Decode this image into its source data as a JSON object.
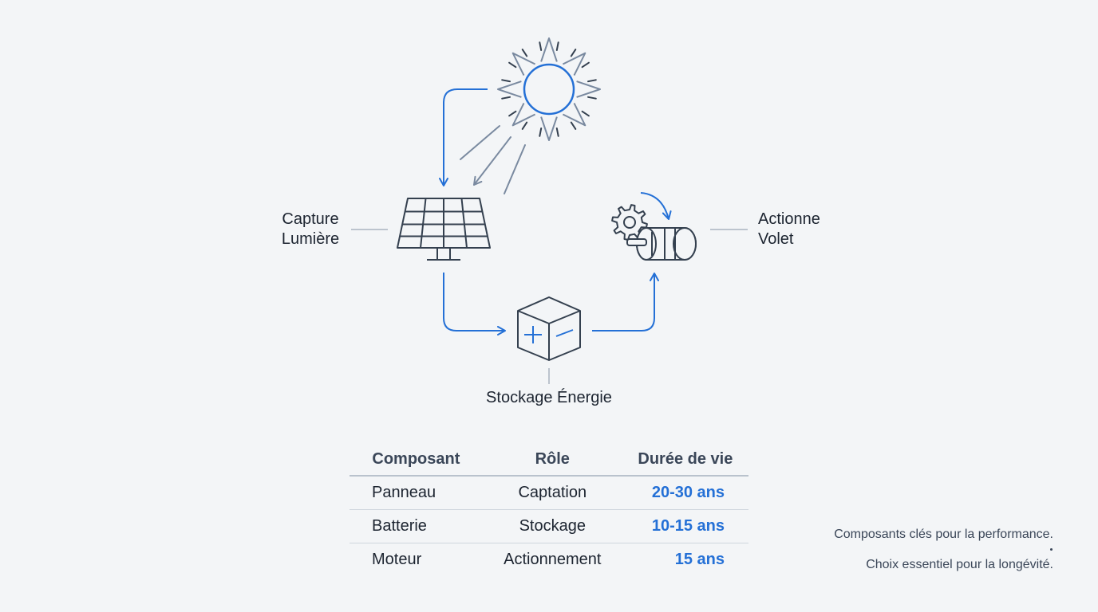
{
  "labels": {
    "capture": {
      "line1": "Capture",
      "line2": "Lumière"
    },
    "actuate": {
      "line1": "Actionne",
      "line2": "Volet"
    },
    "storage": "Stockage Énergie"
  },
  "table": {
    "headers": [
      "Composant",
      "Rôle",
      "Durée de vie"
    ],
    "rows": [
      [
        "Panneau",
        "Captation",
        "20-30 ans"
      ],
      [
        "Batterie",
        "Stockage",
        "10-15 ans"
      ],
      [
        "Moteur",
        "Actionnement",
        "15 ans"
      ]
    ]
  },
  "notes": {
    "line1": "Composants clés pour la performance.",
    "line2": "Choix essentiel pour la longévité."
  },
  "colors": {
    "accent": "#2470d6",
    "outline": "#34404f",
    "ray": "#7a8aa0",
    "background": "#f3f5f7"
  },
  "icons": [
    "sun-icon",
    "solar-panel-icon",
    "battery-cube-icon",
    "gear-icon",
    "motor-icon"
  ]
}
